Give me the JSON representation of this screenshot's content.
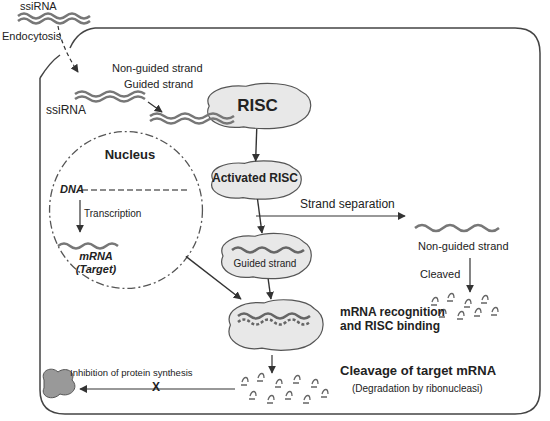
{
  "diagram": {
    "nodes": [
      {
        "text": [
          "RISC"
        ]
      },
      {
        "text": [
          "Activated RISC"
        ]
      },
      {
        "text": [
          "Nucleus",
          "DNA",
          "Transcription",
          "mRNA (Target)"
        ]
      },
      {
        "text": [
          "Guided strand"
        ]
      },
      {
        "text": [
          "mRNA recognition and RISC binding"
        ]
      }
    ],
    "edges": [
      {
        "from": 0,
        "to": 1,
        "arrow": "to"
      },
      {
        "from": 1,
        "to": 3,
        "arrow": "to"
      },
      {
        "from": 2,
        "to": 4,
        "arrow": "to"
      },
      {
        "from": 3,
        "to": 4,
        "arrow": "to"
      }
    ],
    "labels": [
      "ssiRNA",
      "Endocytosis",
      "Non-guided strand",
      "Guided strand",
      "ssiRNA",
      "Strand separation",
      "Non-guided strand",
      "Cleaved",
      "Cleavage of target mRNA",
      "(Degradation by ribonucleasi)",
      "Inhibition of protein synthesis",
      "X"
    ]
  }
}
